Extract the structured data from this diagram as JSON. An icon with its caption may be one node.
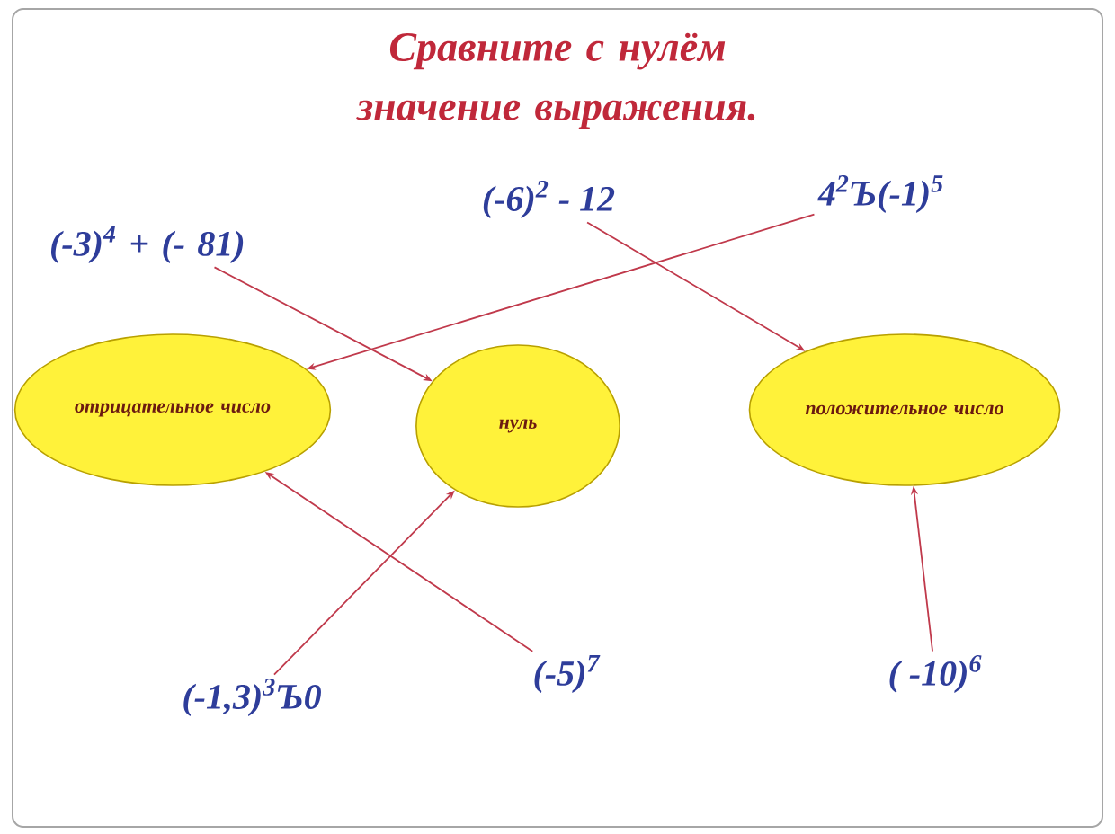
{
  "diagram": {
    "title": "Сравните с нулём значение выражения.",
    "nodes": [
      {
        "text": [
          "отрицательное число"
        ]
      },
      {
        "text": [
          "нуль"
        ]
      },
      {
        "text": [
          "положительное число"
        ]
      },
      {
        "text": [
          "(-3)$^{4}$ + (- 81)"
        ]
      },
      {
        "text": [
          "(-6)$^{2}$ - 12"
        ]
      },
      {
        "text": [
          "4$^{2}$Ъ(-1)$^{5}$"
        ]
      },
      {
        "text": [
          "(-1,3)$^{3}$Ъ0"
        ]
      },
      {
        "text": [
          "(-5)$^{7}$"
        ]
      },
      {
        "text": [
          "( -10)$^{6}$"
        ]
      }
    ],
    "edges": [
      {
        "from": 3,
        "to": 1,
        "arrow": "to"
      },
      {
        "from": 4,
        "to": 2,
        "arrow": "to"
      },
      {
        "from": 5,
        "to": 0,
        "arrow": "to"
      },
      {
        "from": 6,
        "to": 1,
        "arrow": "to"
      },
      {
        "from": 7,
        "to": 0,
        "arrow": "to"
      },
      {
        "from": 8,
        "to": 2,
        "arrow": "to"
      }
    ]
  }
}
